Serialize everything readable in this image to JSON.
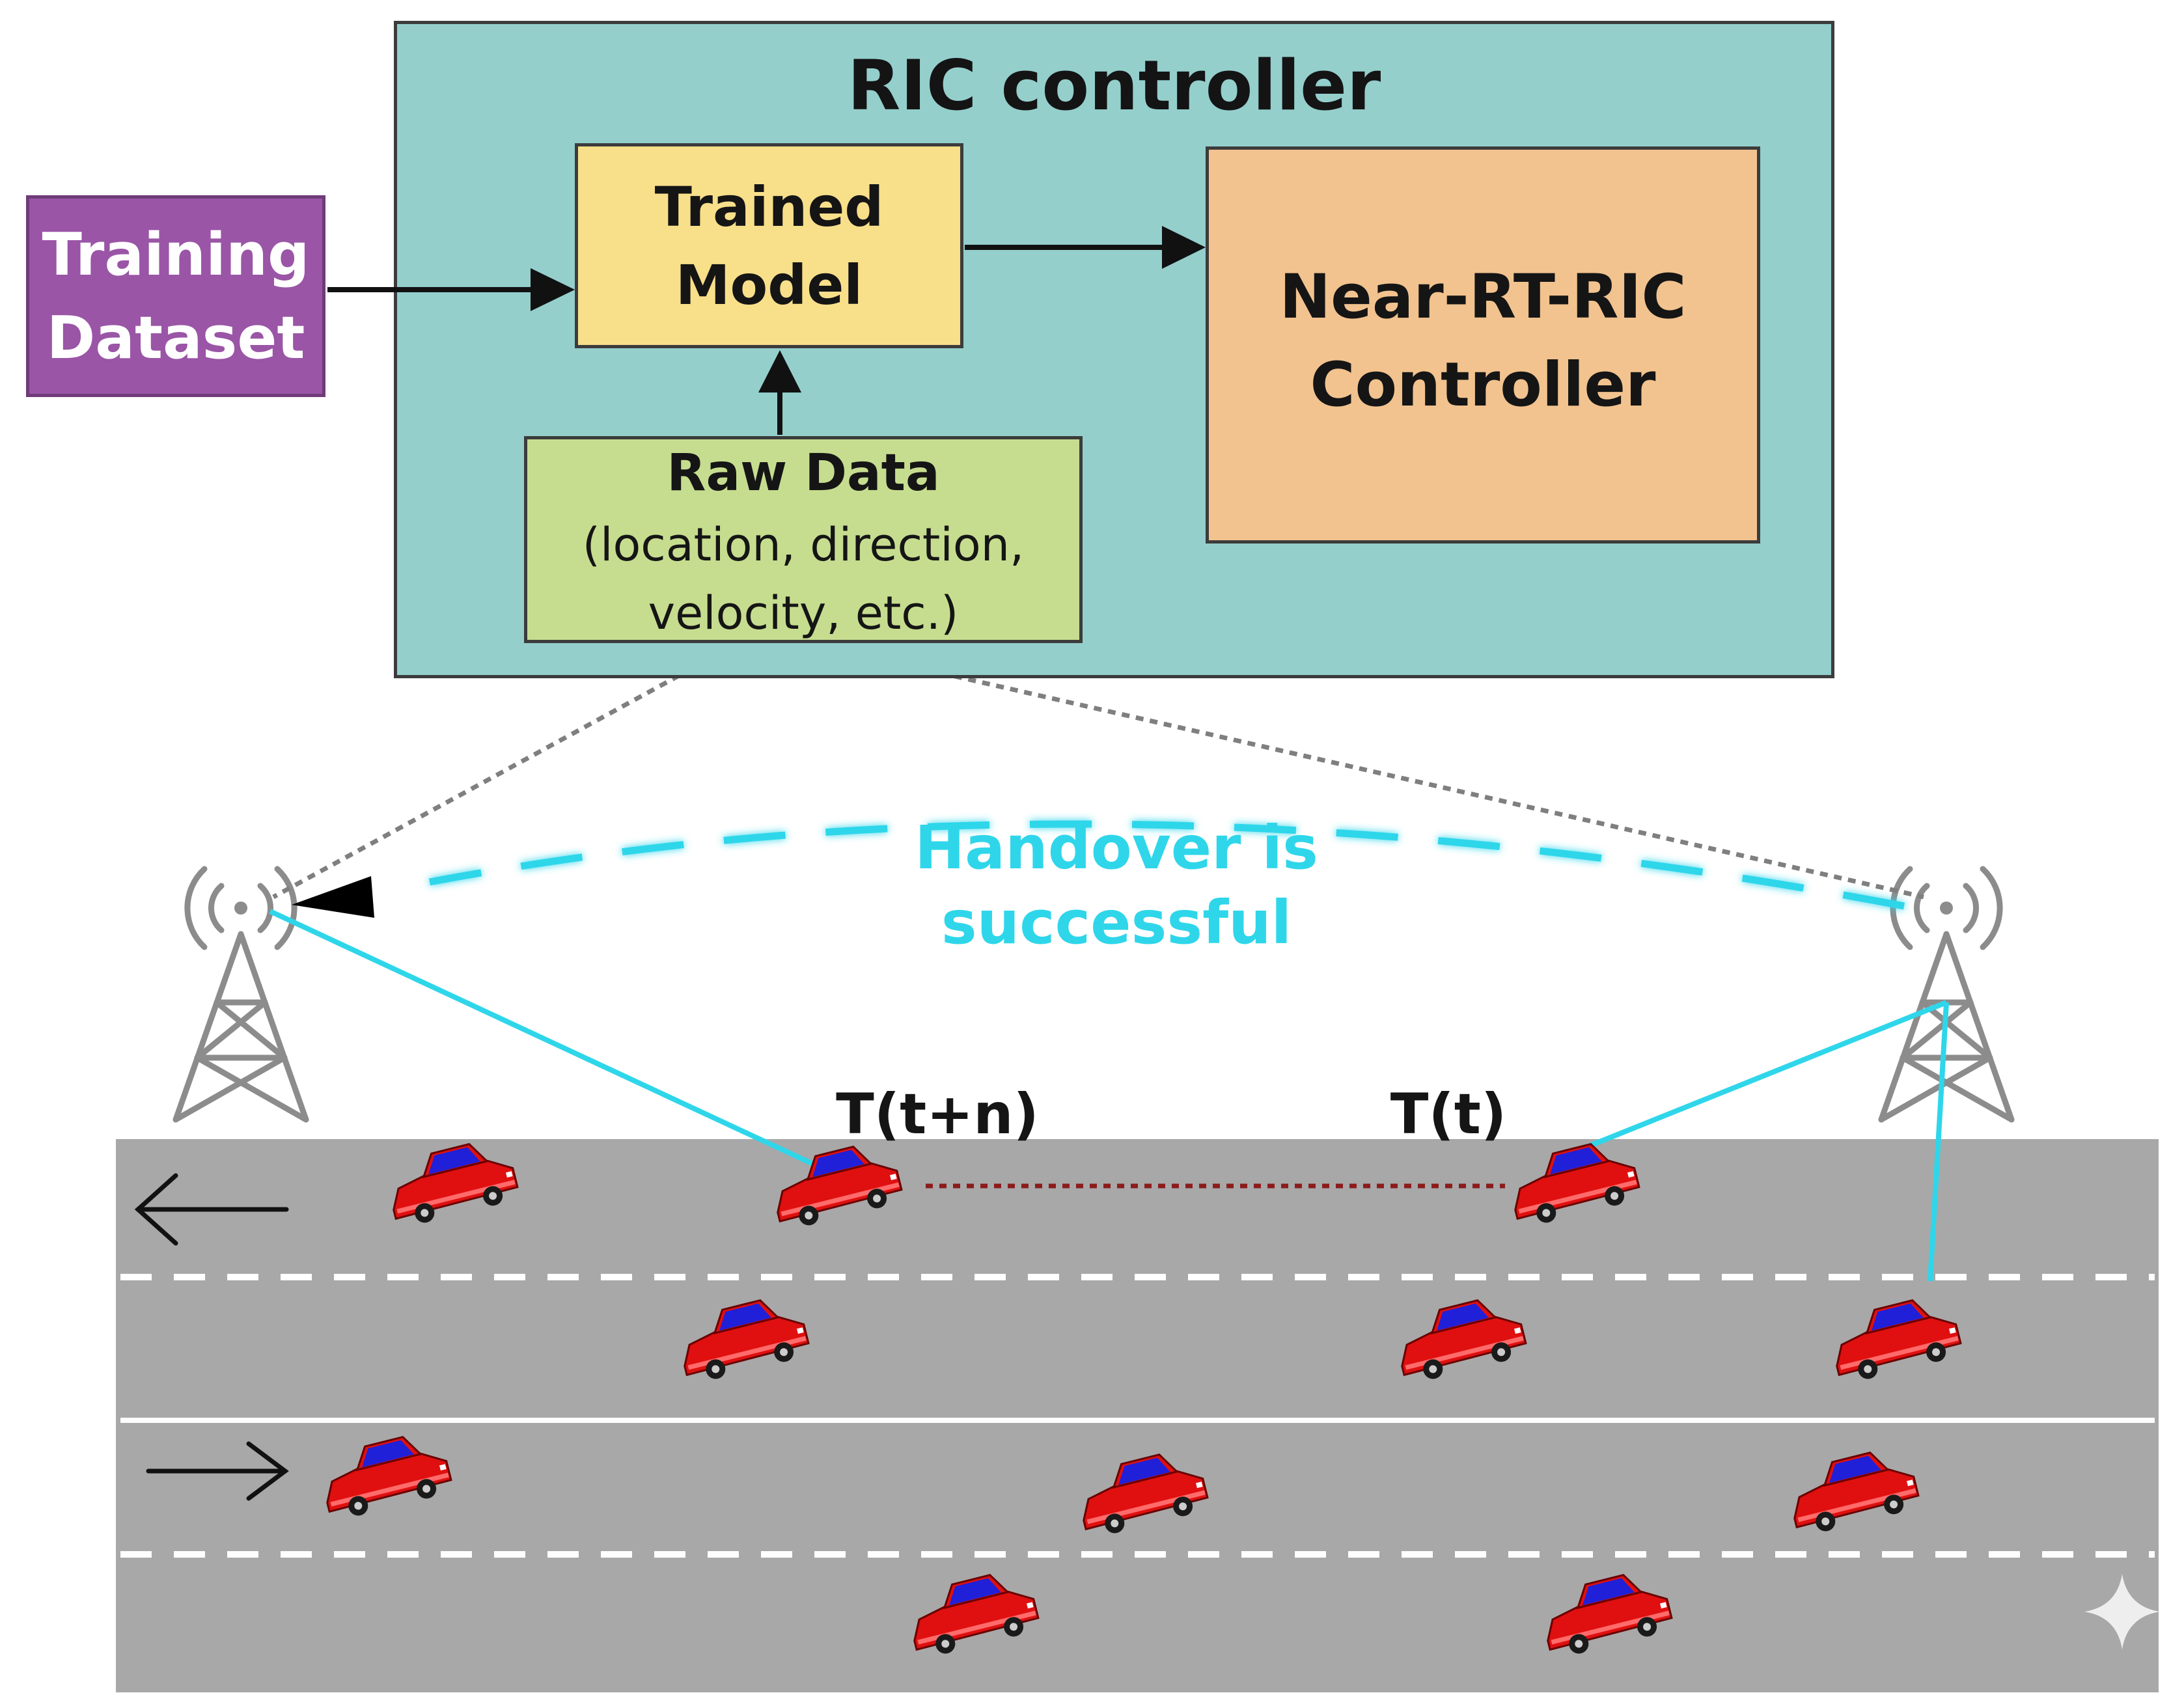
{
  "ric": {
    "title": "RIC controller"
  },
  "training_dataset": {
    "line1": "Training",
    "line2": "Dataset"
  },
  "trained_model": {
    "line1": "Trained",
    "line2": "Model"
  },
  "near_rt_ric": {
    "line1": "Near-RT-RIC",
    "line2": "Controller"
  },
  "raw_data": {
    "title": "Raw Data",
    "line1": "(location, direction,",
    "line2": "velocity, etc.)"
  },
  "handover": {
    "label": "Handover is successful"
  },
  "time_labels": {
    "future": "T(t+n)",
    "current": "T(t)"
  },
  "colors": {
    "ric_bg": "#94cfcc",
    "training_bg": "#9a55a6",
    "model_bg": "#f8df8a",
    "near_rt_bg": "#f2c38f",
    "raw_bg": "#c6dd8f",
    "signal": "#2fd6ea",
    "road": "#a8a8a8",
    "car_body": "#e01010",
    "car_glass": "#2020d8"
  },
  "icons": [
    "cell-tower-icon",
    "car-icon",
    "arrow-left-icon",
    "arrow-right-icon",
    "sparkle-icon"
  ]
}
